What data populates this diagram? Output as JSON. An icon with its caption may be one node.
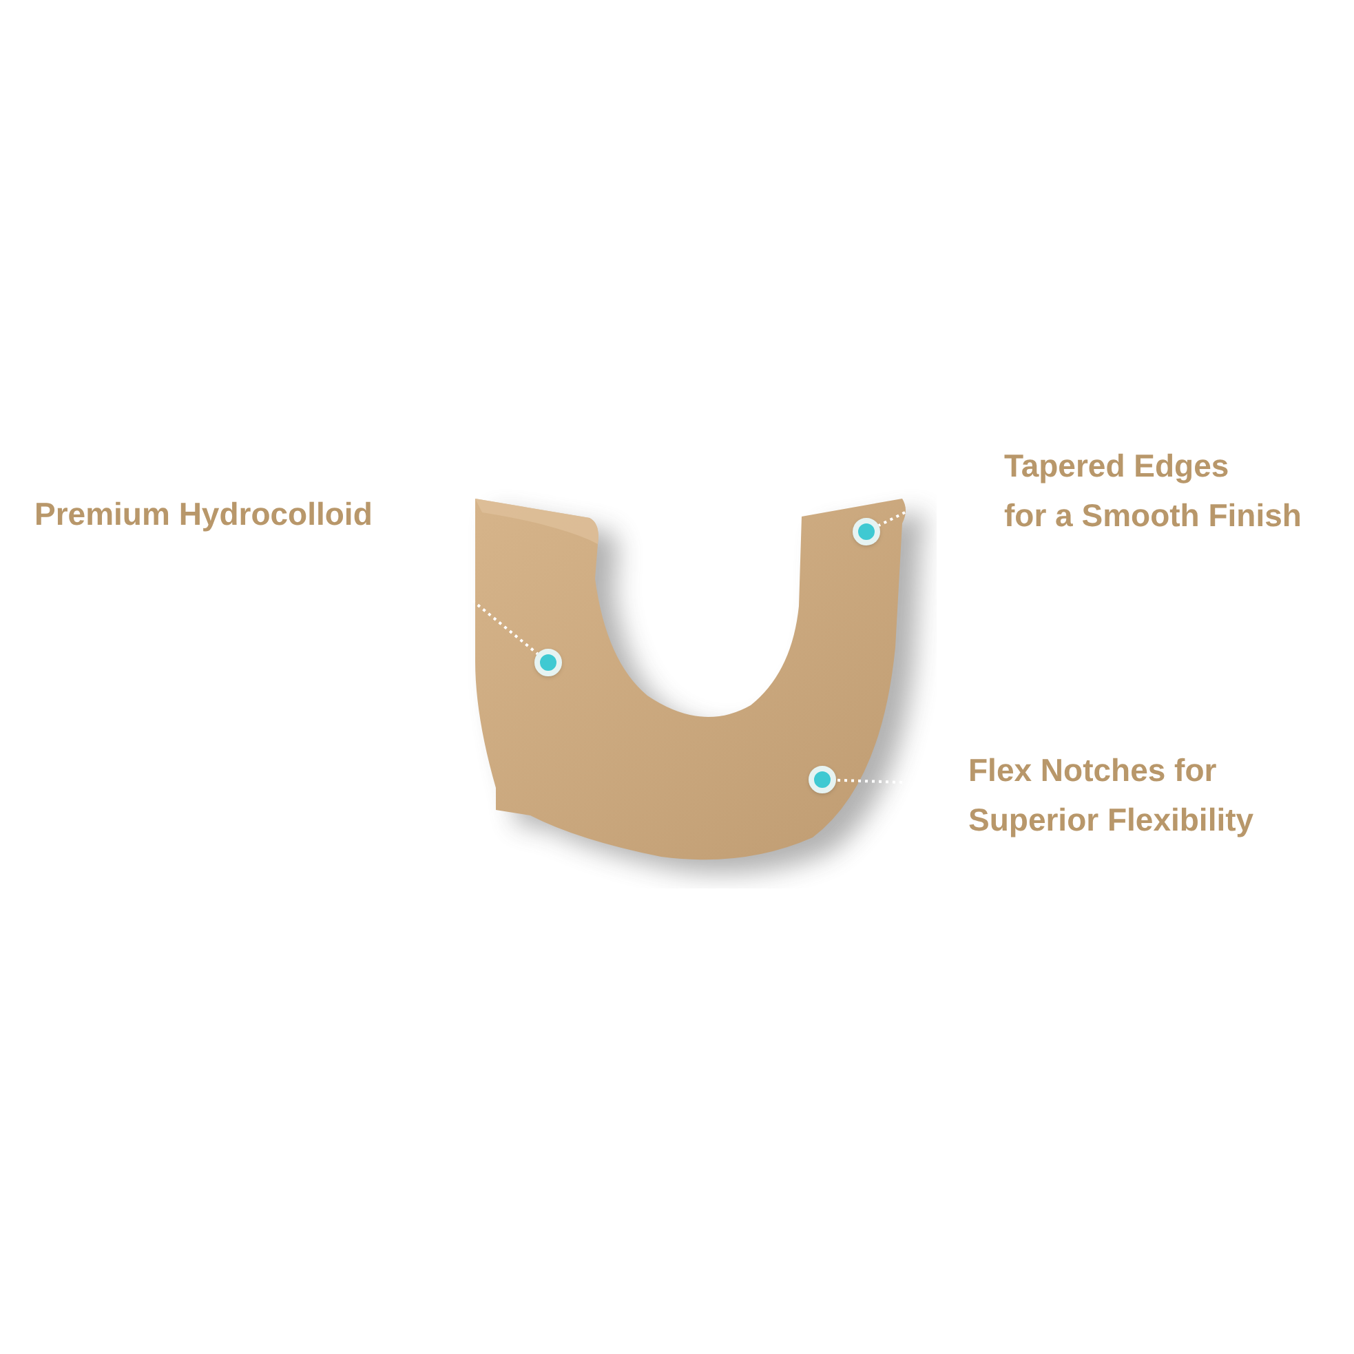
{
  "diagram": {
    "nodes": [
      {
        "text": [],
        "shape": "picture"
      },
      {
        "text": [],
        "shape": "circle",
        "in": 0
      },
      {
        "text": [],
        "shape": "circle",
        "in": 0
      },
      {
        "text": [],
        "shape": "circle",
        "in": 0
      }
    ],
    "edges": [
      {
        "from": null,
        "to": 1,
        "arrow": "none",
        "style": "dashed"
      },
      {
        "from": null,
        "to": 2,
        "arrow": "none",
        "style": "dashed"
      },
      {
        "from": null,
        "to": 3,
        "arrow": "none",
        "style": "dashed"
      }
    ],
    "labels": [
      "Premium Hydrocolloid",
      "Tapered Edges for a Smooth Finish",
      "Flex Notches for Superior Flexibility"
    ]
  }
}
